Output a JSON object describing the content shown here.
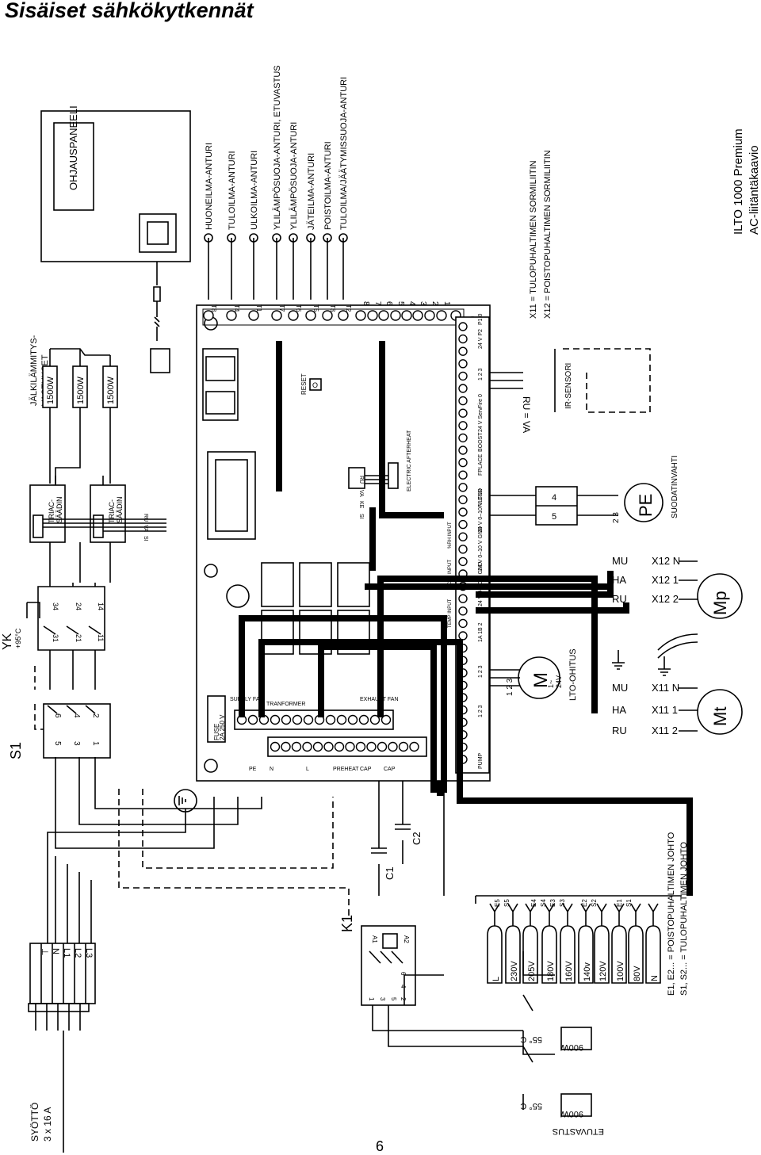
{
  "title": "Sisäiset sähkökytkennät",
  "page_number": "6",
  "control_panel": {
    "label": "OHJAUSPANEELI"
  },
  "after_heaters": {
    "heading_line1": "JÄLKILÄMMITYS-",
    "heading_line2": "VASTUKSET",
    "resistors": [
      "1500W",
      "1500W",
      "1500W"
    ]
  },
  "triacs": [
    {
      "label1": "TRIAC-",
      "label2": "SÄÄDIN"
    },
    {
      "label1": "TRIAC-",
      "label2": "SÄÄDIN"
    }
  ],
  "sensors": [
    "HUONEILMA-ANTURI",
    "TULOILMA-ANTURI",
    "ULKOILMA-ANTURI",
    "YLILÄMPÖSUOJA-ANTURI, ETUVASTUS",
    "YLILÄMPÖSUOJA-ANTURI",
    "JÄTEILMA-ANTURI",
    "POISTOILMA-ANTURI",
    "TULOILMA/JÄÄTYMISSUOJA-ANTURI"
  ],
  "sensor_terminals": [
    "T8",
    "T4",
    "T1",
    "T7",
    "T6",
    "T5",
    "T3",
    "T2"
  ],
  "numbered_terminals": [
    "8",
    "7",
    "6",
    "5",
    "4",
    "3",
    "2",
    "1"
  ],
  "board": {
    "reset": "RESET",
    "reset_o": "O",
    "fuse": "FUSE",
    "fuse_rating": "2A 250 V",
    "supply_fan": "SUPPLY FAN",
    "transformer": "TRANFORMER",
    "exhaust_fan": "EXHAUST FAN",
    "electric_afterheat": "ELECTRIC AFTERHEAT",
    "temp_input": "TEMP INPUT",
    "co2_input": "CO2 INPUT",
    "rh_input": "%RH INPUT",
    "power_terminals": [
      "PE",
      "N",
      "L",
      "PREHEAT",
      "CAP",
      "CAP"
    ],
    "triac_wires": [
      "RU",
      "VA",
      "SI"
    ],
    "afterheat_wires": [
      "SI",
      "KE",
      "VA",
      "RU"
    ]
  },
  "right_terminals": [
    "PUMP",
    "1 2 3",
    "1 2 3",
    "1A 1B 2",
    "24 V 0–10 V GND",
    "24 V 0–10 V GND",
    "24 V 0–10 V GND",
    "FILTER",
    "FPLACE",
    "BOOST",
    "24 V Serv",
    "Fire 0",
    "1 2 3",
    "24 V P2",
    "P1 0"
  ],
  "legend": {
    "x11": "X11 = TULOPUHALTIMEN SORMILIITIN",
    "x12": "X12 = POISTOPUHALTIMEN SORMILIITIN"
  },
  "product": {
    "name": "ILTO 1000 Premium",
    "subtitle": "AC-liitäntäkaavio"
  },
  "ir_sensor": "IR-SENSORI",
  "ir_wires": "RU = VA",
  "filter_guard": {
    "terminals": [
      "4",
      "5"
    ],
    "numbers": "2 3",
    "pe": "PE",
    "label": "SUODATINVAHTI"
  },
  "fans": {
    "exhaust": {
      "label": "Mp",
      "wires": [
        "MU",
        "HA",
        "RU"
      ],
      "pins": [
        "X12 N",
        "X12 1",
        "X12 2"
      ]
    },
    "supply": {
      "label": "Mt",
      "wires": [
        "MU",
        "HA",
        "RU"
      ],
      "pins": [
        "X11 N",
        "X11 1",
        "X11 2"
      ]
    }
  },
  "bypass_motor": {
    "label": "M",
    "spec1": "1~",
    "spec2": "24V",
    "pins": "1 2 3",
    "name": "LTO-OHITUS"
  },
  "thermostat": {
    "yk": "YK",
    "temp": "+95°C",
    "s1": "S1",
    "contacts": [
      "34",
      "31",
      "24",
      "21",
      "14",
      "11"
    ],
    "poles": [
      "6",
      "5",
      "4",
      "3",
      "2",
      "1"
    ]
  },
  "contactor": {
    "label": "K1",
    "pins_top": [
      "A1",
      "A2"
    ],
    "pins": [
      "1",
      "3",
      "5",
      "2",
      "4",
      "6"
    ]
  },
  "capacitors": [
    "C1",
    "C2"
  ],
  "supply": {
    "label1": "SYÖTTÖ",
    "label2": "3 x 16 A",
    "lines": [
      "⊥",
      "N",
      "L1",
      "L2",
      "L3"
    ]
  },
  "preheat": {
    "label": "ETUVASTUS",
    "heaters": [
      "900W",
      "900W"
    ],
    "temps": [
      "55° C",
      "55° C"
    ]
  },
  "voltage_taps": [
    "L",
    "230V",
    "205V",
    "180V",
    "160V",
    "140v",
    "120V",
    "100V",
    "80V",
    "N"
  ],
  "wire_codes": [
    "E5",
    "S5",
    "E4",
    "S4",
    "E3",
    "S3",
    "E2",
    "S2",
    "E1",
    "S1"
  ],
  "cable_notes": [
    "E1, E2... = POISTOPUHALTIMEN JOHTO",
    "S1, S2... = TULOPUHALTIMEN JOHTO"
  ]
}
